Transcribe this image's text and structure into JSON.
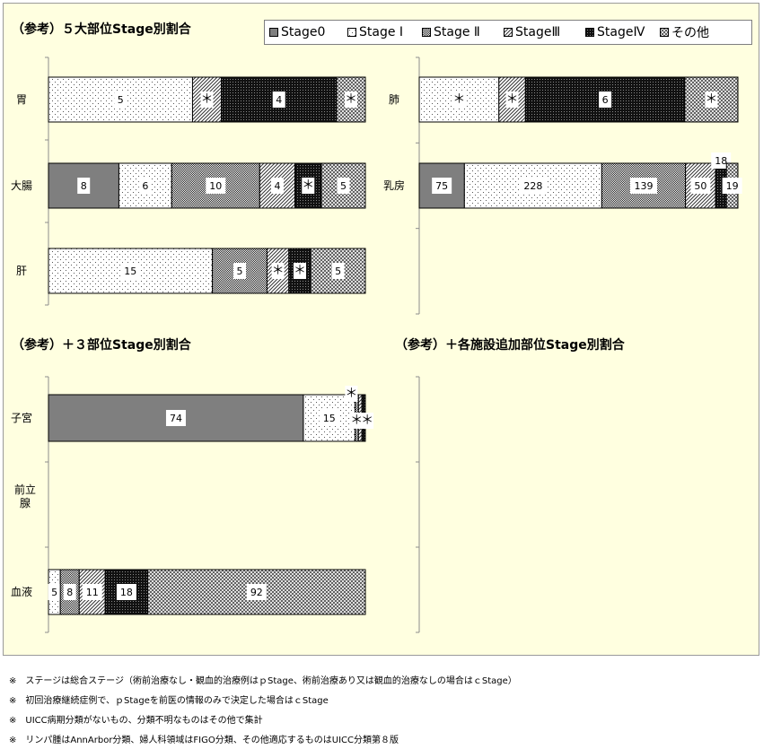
{
  "legend": [
    {
      "label": "Stage0",
      "pattern": "solid-gray"
    },
    {
      "label": "Stage Ⅰ",
      "pattern": "dots-sparse"
    },
    {
      "label": "Stage Ⅱ",
      "pattern": "dots-dense"
    },
    {
      "label": "StageⅢ",
      "pattern": "diagonal"
    },
    {
      "label": "StageⅣ",
      "pattern": "dark"
    },
    {
      "label": "その他",
      "pattern": "crosshatch"
    }
  ],
  "sections": {
    "s1": "（参考）５大部位Stage別割合",
    "s2": "（参考）＋３部位Stage別割合",
    "s3": "（参考）＋各施設追加部位Stage別割合"
  },
  "chart_data": [
    {
      "type": "bar",
      "orientation": "horizontal",
      "stacked": "100%",
      "title": "（参考）５大部位Stage別割合",
      "categories": [
        "胃",
        "大腸",
        "肝"
      ],
      "series_order": [
        "Stage0",
        "Stage Ⅰ",
        "Stage Ⅱ",
        "StageⅢ",
        "StageⅣ",
        "その他"
      ],
      "rows": [
        {
          "category": "胃",
          "segments": [
            {
              "stage": "Stage Ⅰ",
              "label": "5",
              "value": 5
            },
            {
              "stage": "StageⅢ",
              "label": "＊",
              "value": 1
            },
            {
              "stage": "StageⅣ",
              "label": "4",
              "value": 4
            },
            {
              "stage": "その他",
              "label": "＊",
              "value": 1
            }
          ]
        },
        {
          "category": "大腸",
          "segments": [
            {
              "stage": "Stage0",
              "label": "8",
              "value": 8
            },
            {
              "stage": "Stage Ⅰ",
              "label": "6",
              "value": 6
            },
            {
              "stage": "Stage Ⅱ",
              "label": "10",
              "value": 10
            },
            {
              "stage": "StageⅢ",
              "label": "4",
              "value": 4
            },
            {
              "stage": "StageⅣ",
              "label": "＊",
              "value": 3
            },
            {
              "stage": "その他",
              "label": "5",
              "value": 5
            }
          ]
        },
        {
          "category": "肝",
          "segments": [
            {
              "stage": "Stage Ⅰ",
              "label": "15",
              "value": 15
            },
            {
              "stage": "Stage Ⅱ",
              "label": "5",
              "value": 5
            },
            {
              "stage": "StageⅢ",
              "label": "＊",
              "value": 2
            },
            {
              "stage": "StageⅣ",
              "label": "＊",
              "value": 2
            },
            {
              "stage": "その他",
              "label": "5",
              "value": 5
            }
          ]
        }
      ]
    },
    {
      "type": "bar",
      "orientation": "horizontal",
      "stacked": "100%",
      "title": "",
      "categories": [
        "肺",
        "乳房"
      ],
      "series_order": [
        "Stage0",
        "Stage Ⅰ",
        "Stage Ⅱ",
        "StageⅢ",
        "StageⅣ",
        "その他"
      ],
      "rows": [
        {
          "category": "肺",
          "segments": [
            {
              "stage": "Stage Ⅰ",
              "label": "＊",
              "value": 3
            },
            {
              "stage": "StageⅢ",
              "label": "＊",
              "value": 1
            },
            {
              "stage": "StageⅣ",
              "label": "6",
              "value": 6
            },
            {
              "stage": "その他",
              "label": "＊",
              "value": 2
            }
          ]
        },
        {
          "category": "乳房",
          "segments": [
            {
              "stage": "Stage0",
              "label": "75",
              "value": 75
            },
            {
              "stage": "Stage Ⅰ",
              "label": "228",
              "value": 228
            },
            {
              "stage": "Stage Ⅱ",
              "label": "139",
              "value": 139
            },
            {
              "stage": "StageⅢ",
              "label": "50",
              "value": 50
            },
            {
              "stage": "StageⅣ",
              "label": "18",
              "value": 18
            },
            {
              "stage": "その他",
              "label": "19",
              "value": 19
            }
          ]
        }
      ]
    },
    {
      "type": "bar",
      "orientation": "horizontal",
      "stacked": "100%",
      "title": "（参考）＋３部位Stage別割合",
      "categories": [
        "子宮",
        "前立腺",
        "血液"
      ],
      "series_order": [
        "Stage0",
        "Stage Ⅰ",
        "Stage Ⅱ",
        "StageⅢ",
        "StageⅣ",
        "その他"
      ],
      "rows": [
        {
          "category": "子宮",
          "segments": [
            {
              "stage": "Stage0",
              "label": "74",
              "value": 74
            },
            {
              "stage": "Stage Ⅰ",
              "label": "15",
              "value": 15
            },
            {
              "stage": "Stage Ⅱ",
              "label": "＊",
              "value": 1
            },
            {
              "stage": "StageⅢ",
              "label": "＊",
              "value": 1
            },
            {
              "stage": "StageⅣ",
              "label": "＊",
              "value": 1
            }
          ]
        },
        {
          "category": "前立腺",
          "segments": []
        },
        {
          "category": "血液",
          "segments": [
            {
              "stage": "Stage Ⅰ",
              "label": "5",
              "value": 5
            },
            {
              "stage": "Stage Ⅱ",
              "label": "8",
              "value": 8
            },
            {
              "stage": "StageⅢ",
              "label": "11",
              "value": 11
            },
            {
              "stage": "StageⅣ",
              "label": "18",
              "value": 18
            },
            {
              "stage": "その他",
              "label": "92",
              "value": 92
            }
          ]
        }
      ]
    },
    {
      "type": "bar",
      "orientation": "horizontal",
      "stacked": "100%",
      "title": "（参考）＋各施設追加部位Stage別割合",
      "categories": [],
      "rows": []
    }
  ],
  "footnotes": [
    "※　ステージは総合ステージ（術前治療なし・観血的治療例はｐStage、術前治療あり又は観血的治療なしの場合はｃStage）",
    "※　初回治療継続症例で、ｐStageを前医の情報のみで決定した場合はｃStage",
    "※　UICC病期分類がないもの、分類不明なものはその他で集計",
    "※　リンパ腫はAnnArbor分類、婦人科領域はFIGO分類、その他適応するものはUICC分類第８版"
  ]
}
